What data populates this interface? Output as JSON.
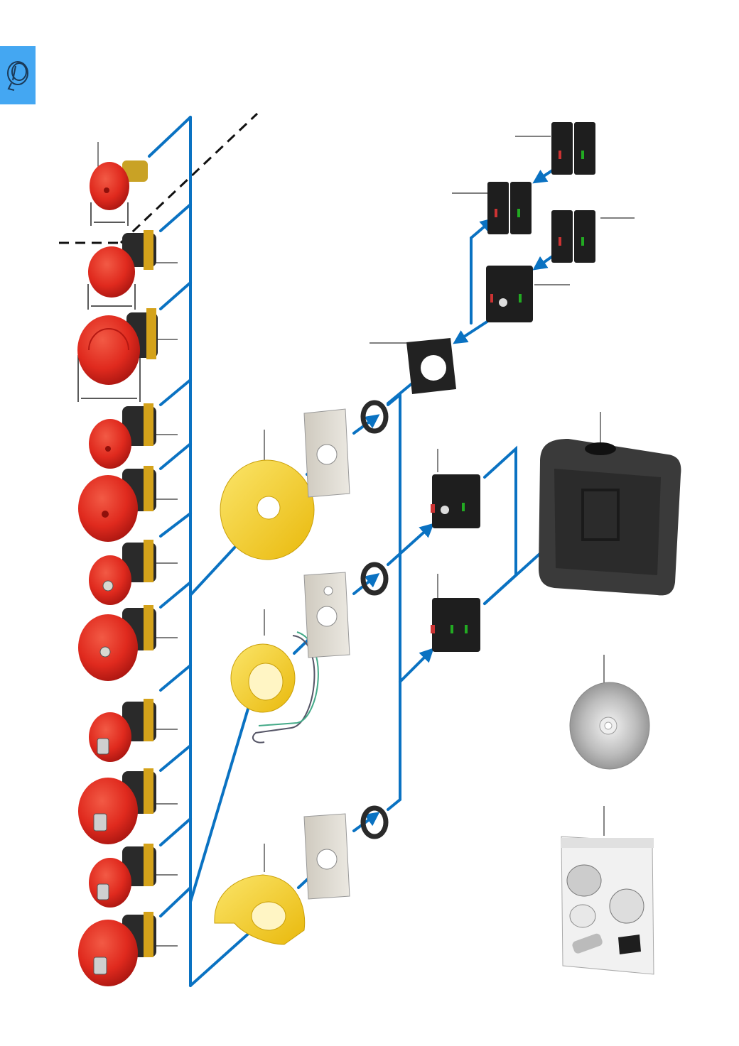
{
  "page": {
    "section_tab": {
      "color": "#44a7f2",
      "icon": "selector-switch-icon"
    }
  },
  "palette": {
    "connector_blue": "#0a72c2",
    "button_red": "#e02a1e",
    "button_red_dark": "#b51812",
    "bezel_dark": "#2a2a2a",
    "bezel_gold": "#d4a21a",
    "label_yellow": "#f5cf1e",
    "plate_grey": "#dcd8cf",
    "contact_black": "#1e1e1e",
    "enclosure_grey": "#3a3a3a",
    "callout_line": "#333333"
  },
  "components": {
    "emergency_stop_buttons": [
      {
        "variant": "mushroom-small-plain"
      },
      {
        "variant": "mushroom-medium-plain"
      },
      {
        "variant": "mushroom-large-turn-release"
      },
      {
        "variant": "mushroom-small-turn-release"
      },
      {
        "variant": "mushroom-large-turn-release"
      },
      {
        "variant": "mushroom-small-illuminated"
      },
      {
        "variant": "mushroom-large-illuminated"
      },
      {
        "variant": "mushroom-small-key-release"
      },
      {
        "variant": "mushroom-large-key-release"
      },
      {
        "variant": "mushroom-small-key-release"
      },
      {
        "variant": "mushroom-large-key-release"
      }
    ],
    "legend_plates": [
      "yellow-disc-label",
      "yellow-illuminated-ring-label",
      "yellow-protective-shroud"
    ],
    "adapter_plates": 3,
    "seal_rings": 3,
    "contact_blocks": 7,
    "accessories": [
      "mounting-adapter",
      "enclosure",
      "software-cd",
      "spare-parts-kit"
    ]
  }
}
